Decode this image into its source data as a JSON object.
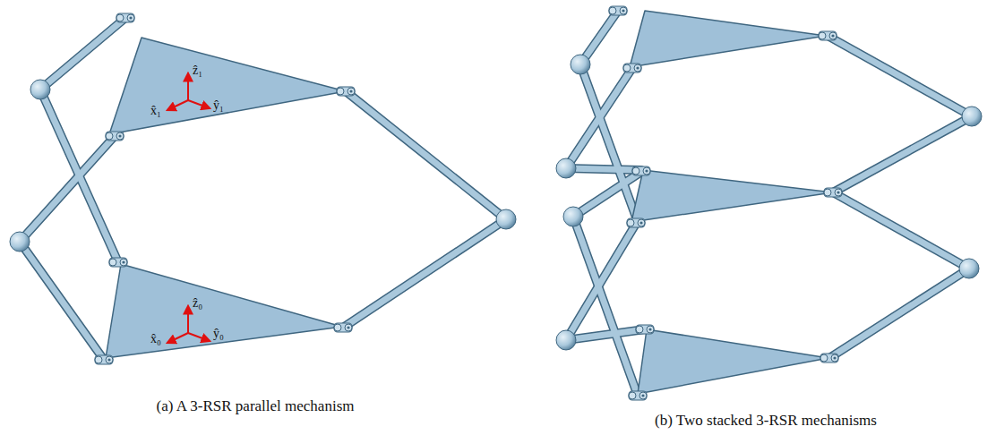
{
  "diagram": {
    "labels": [
      "ẑ₁",
      "x̂₁",
      "ŷ₁",
      "ẑ₀",
      "x̂₀",
      "ŷ₀",
      "(a) A 3-RSR parallel mechanism",
      "(b) Two stacked 3-RSR mechanisms"
    ]
  }
}
